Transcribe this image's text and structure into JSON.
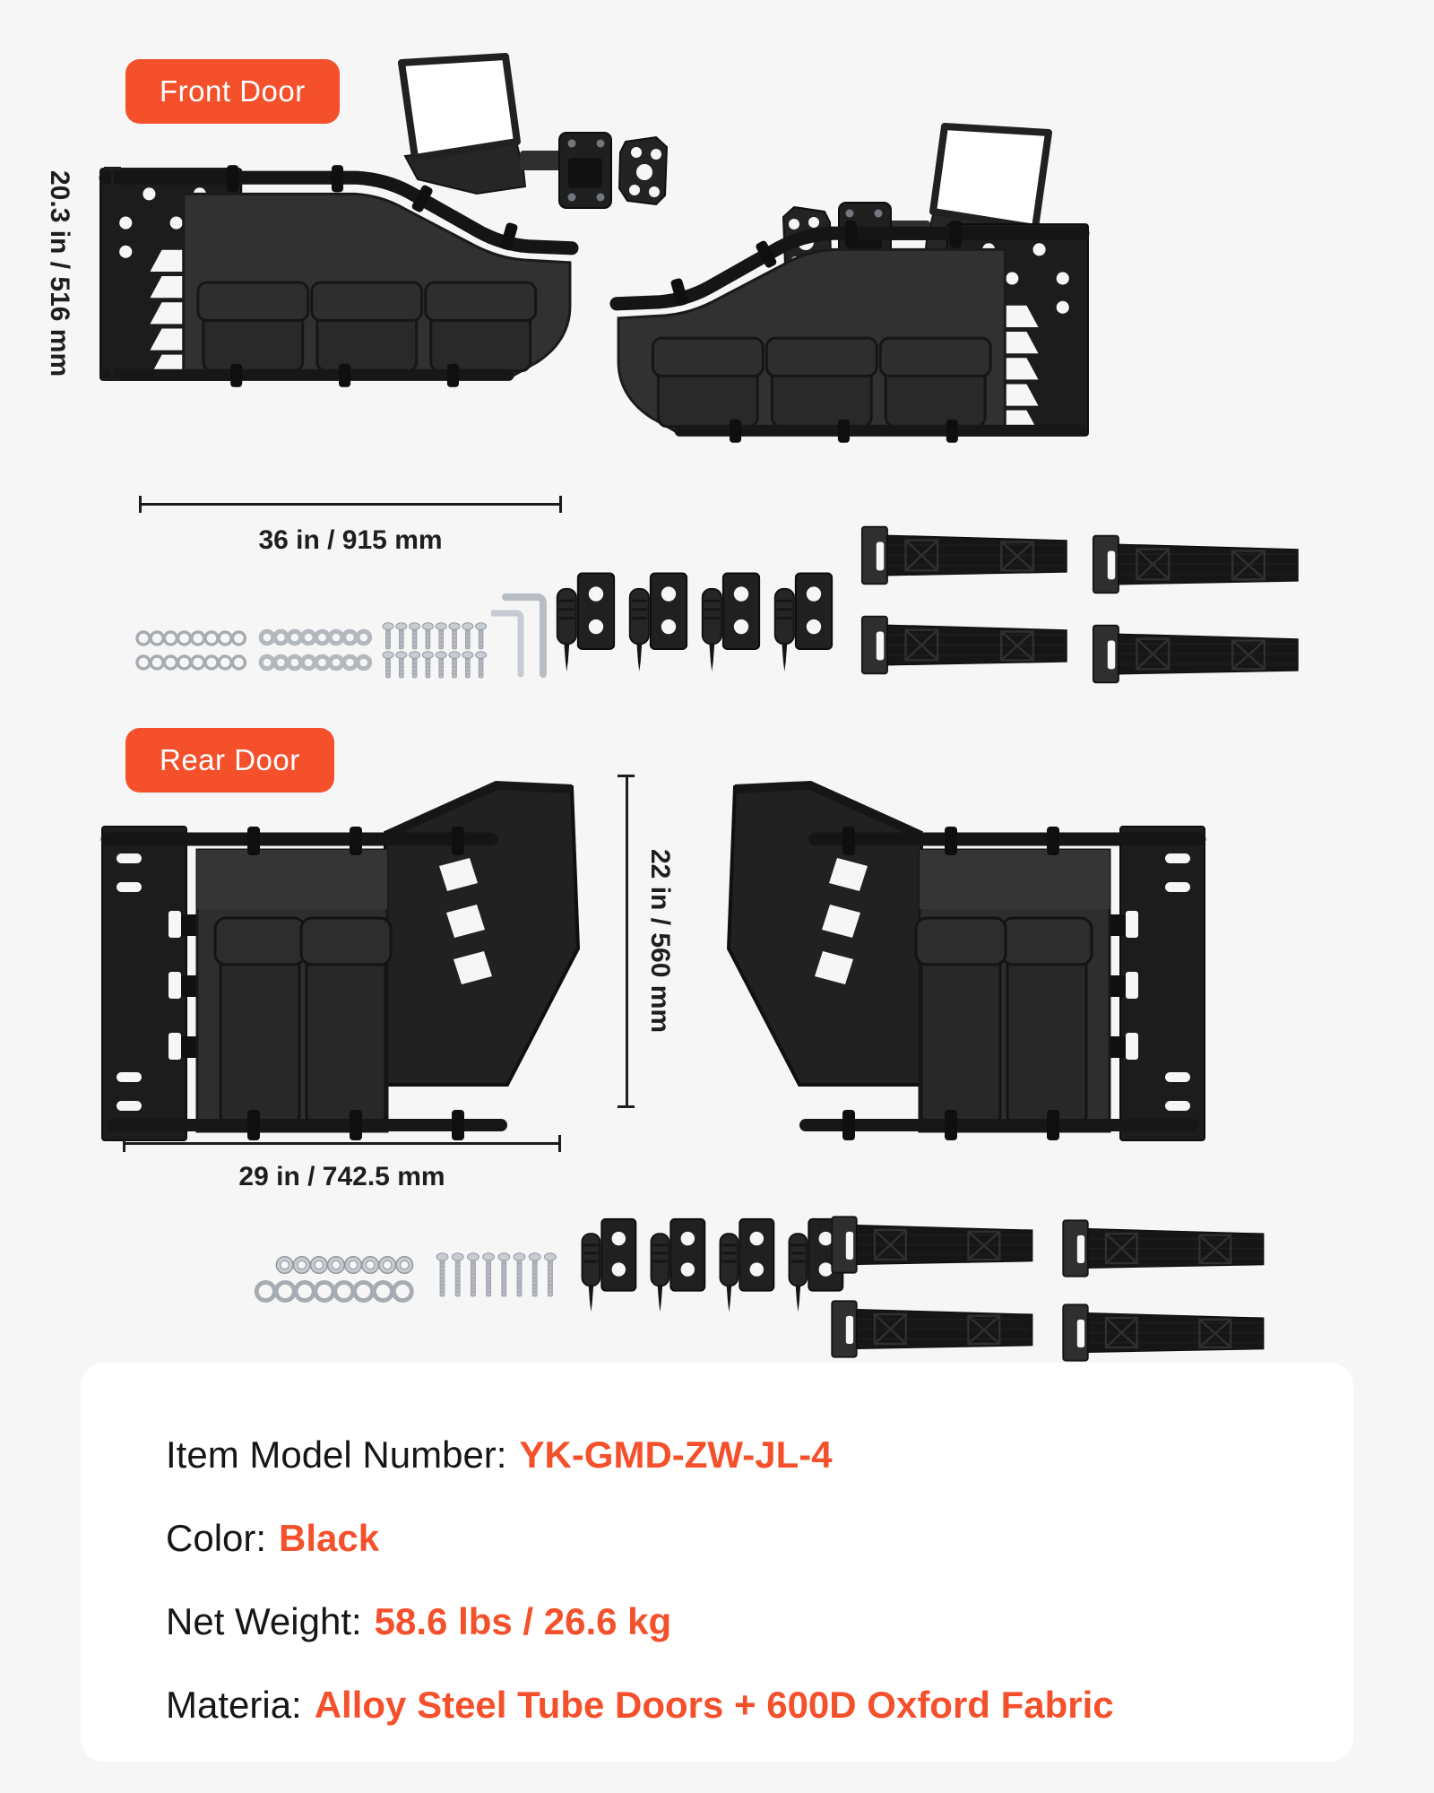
{
  "theme": {
    "accent_color": "#f4502b",
    "background_color": "#f6f6f7",
    "panel_color": "#ffffff"
  },
  "front_door": {
    "badge": "Front Door",
    "height_dimension": "20.3 in / 516 mm",
    "width_dimension": "36 in / 915 mm",
    "kit_items": [
      "flat-washers",
      "lock-washers",
      "short-bolts",
      "allen-wrenches",
      "door-hinges",
      "limit-straps"
    ]
  },
  "rear_door": {
    "badge": "Rear Door",
    "height_dimension": "22 in / 560 mm",
    "width_dimension": "29 in / 742.5 mm",
    "kit_items": [
      "flange-nuts",
      "flat-washers",
      "long-bolts",
      "door-hinges",
      "limit-straps"
    ]
  },
  "specs": {
    "model": {
      "label": "Item Model Number:",
      "value": "YK-GMD-ZW-JL-4"
    },
    "color": {
      "label": "Color:",
      "value": "Black"
    },
    "weight": {
      "label": "Net Weight:",
      "value": "58.6 lbs / 26.6 kg"
    },
    "material": {
      "label": "Materia:",
      "value": "Alloy Steel Tube Doors + 600D Oxford Fabric"
    }
  }
}
